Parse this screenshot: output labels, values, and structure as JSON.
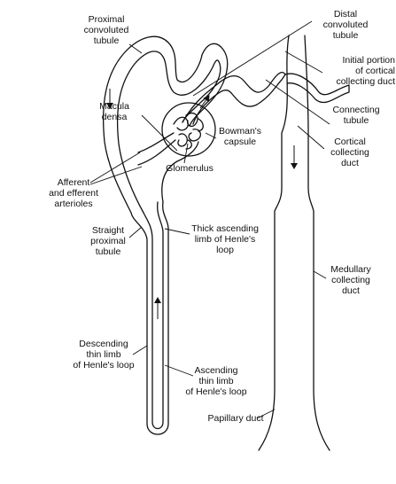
{
  "labels": {
    "proximal_convoluted": "Proximal\nconvoluted\ntubule",
    "distal_convoluted": "Distal\nconvoluted\ntubule",
    "initial_cortical": "Initial portion\nof cortical\ncollecting duct",
    "macula_densa": "Macula\ndensa",
    "connecting_tubule": "Connecting\ntubule",
    "bowmans_capsule": "Bowman's\ncapsule",
    "cortical_collecting": "Cortical\ncollecting\nduct",
    "glomerulus": "Glomerulus",
    "arterioles": "Afferent\nand efferent\narterioles",
    "straight_proximal": "Straight\nproximal\ntubule",
    "thick_ascending": "Thick ascending\nlimb of Henle's\nloop",
    "medullary_collecting": "Medullary\ncollecting\nduct",
    "descending_thin": "Descending\nthin limb\nof Henle's loop",
    "ascending_thin": "Ascending\nthin limb\nof Henle's loop",
    "papillary_duct": "Papillary duct"
  },
  "colors": {
    "ink": "#111111",
    "background": "#ffffff"
  }
}
